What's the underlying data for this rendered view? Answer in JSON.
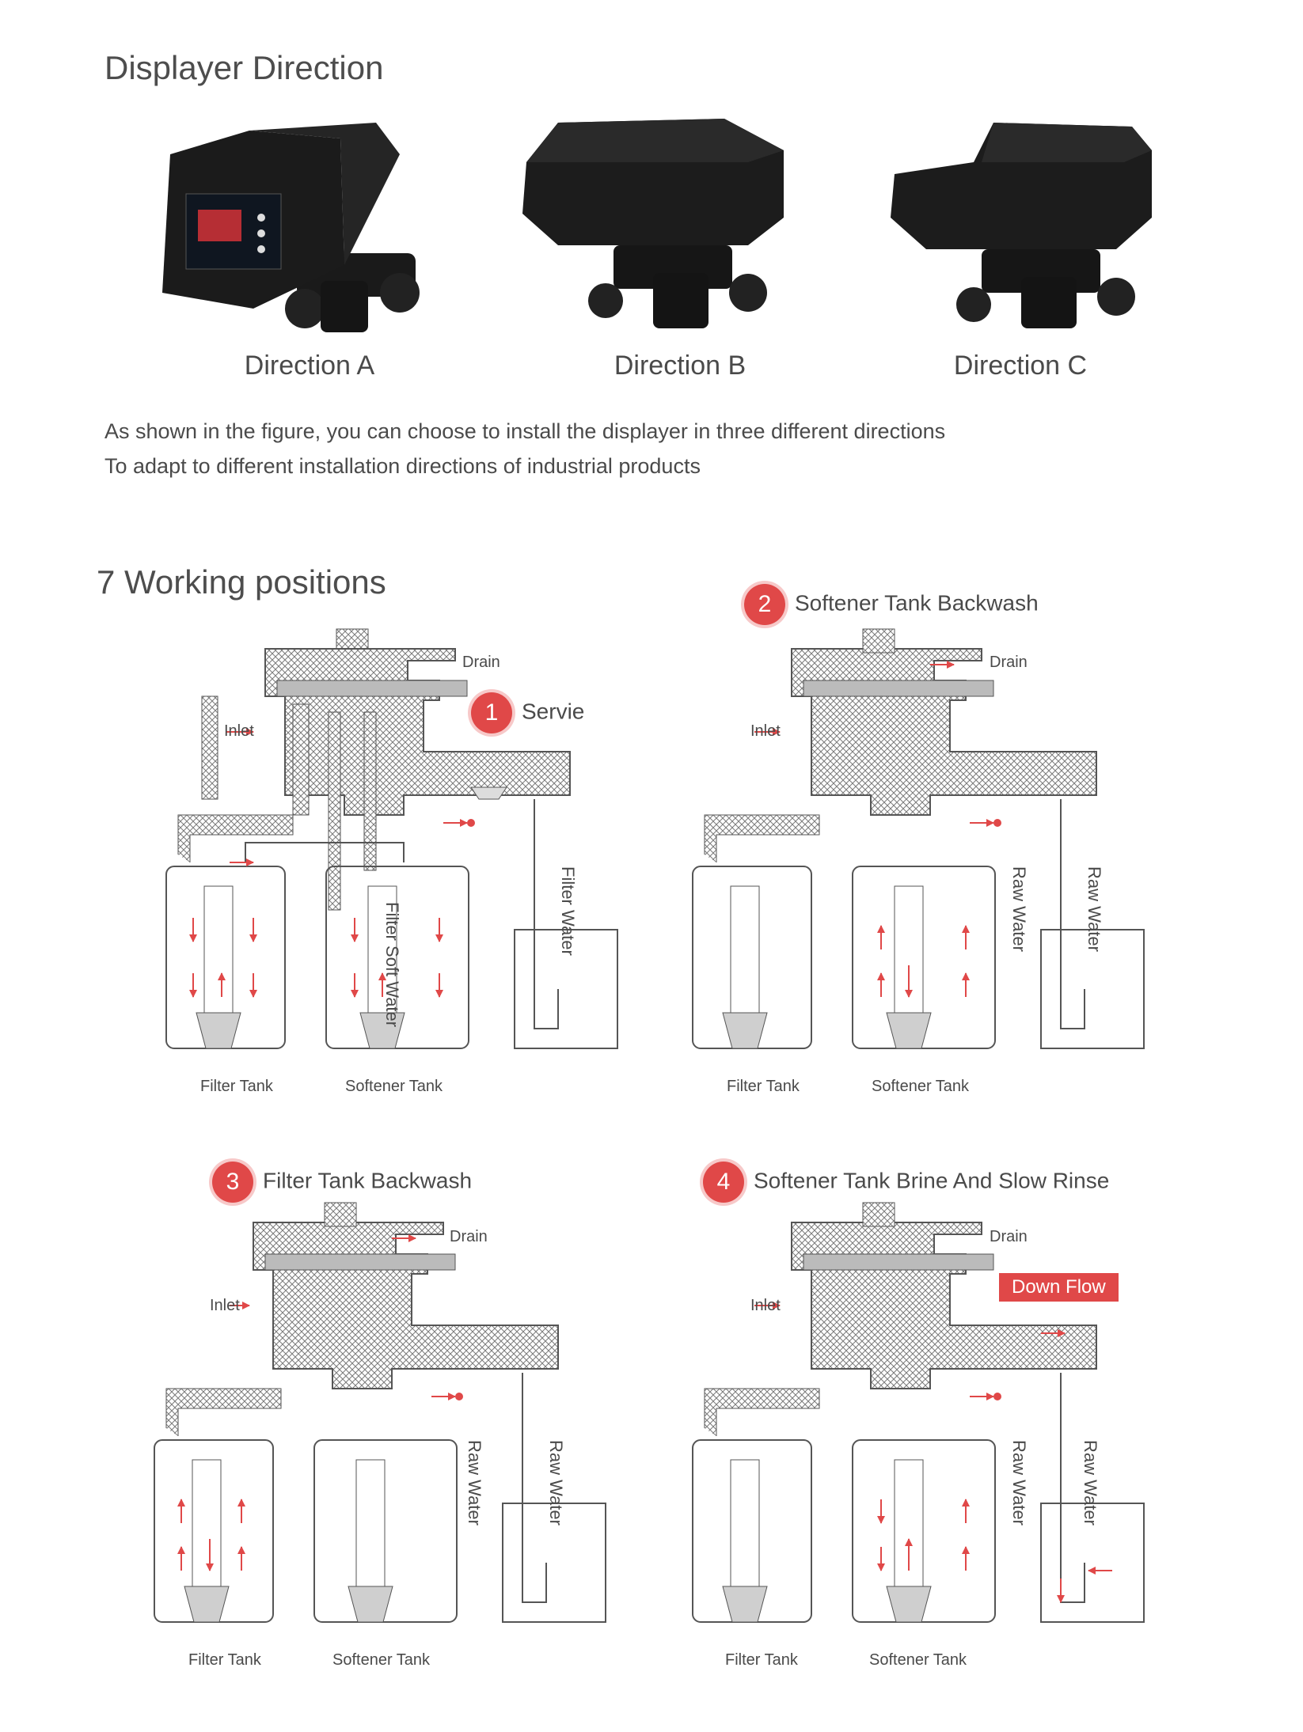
{
  "section1": {
    "title": "Displayer Direction",
    "directions": [
      {
        "label": "Direction A",
        "display": true
      },
      {
        "label": "Direction B",
        "display": false
      },
      {
        "label": "Direction C",
        "display": false
      }
    ],
    "description": [
      "As shown in the figure, you can choose to install the displayer in three different directions",
      "To adapt to different installation directions of industrial products"
    ]
  },
  "section2": {
    "title": "7 Working positions",
    "positions": [
      {
        "number": "1",
        "name": "Servie",
        "labels": {
          "drain": "Drain",
          "inlet": "Inlet",
          "left_vertical": "Filter Soft Water",
          "right_vertical": "Filter Water",
          "tank1": "Filter Tank",
          "tank2": "Softener Tank"
        }
      },
      {
        "number": "2",
        "name": "Softener Tank Backwash",
        "labels": {
          "drain": "Drain",
          "inlet": "Inlet",
          "left_vertical": "Raw Water",
          "right_vertical": "Raw Water",
          "tank1": "Filter Tank",
          "tank2": "Softener Tank"
        }
      },
      {
        "number": "3",
        "name": "Filter Tank Backwash",
        "labels": {
          "drain": "Drain",
          "inlet": "Inlet",
          "left_vertical": "Raw Water",
          "right_vertical": "Raw Water",
          "tank1": "Filter Tank",
          "tank2": "Softener Tank"
        }
      },
      {
        "number": "4",
        "name": "Softener Tank Brine And Slow Rinse",
        "badge_extra": "Down Flow",
        "labels": {
          "drain": "Drain",
          "inlet": "Inlet",
          "left_vertical": "Raw Water",
          "right_vertical": "Raw Water",
          "tank1": "Filter Tank",
          "tank2": "Softener Tank"
        }
      }
    ]
  },
  "colors": {
    "accent": "#e04848",
    "text": "#4a4a4a",
    "line": "#555555"
  }
}
